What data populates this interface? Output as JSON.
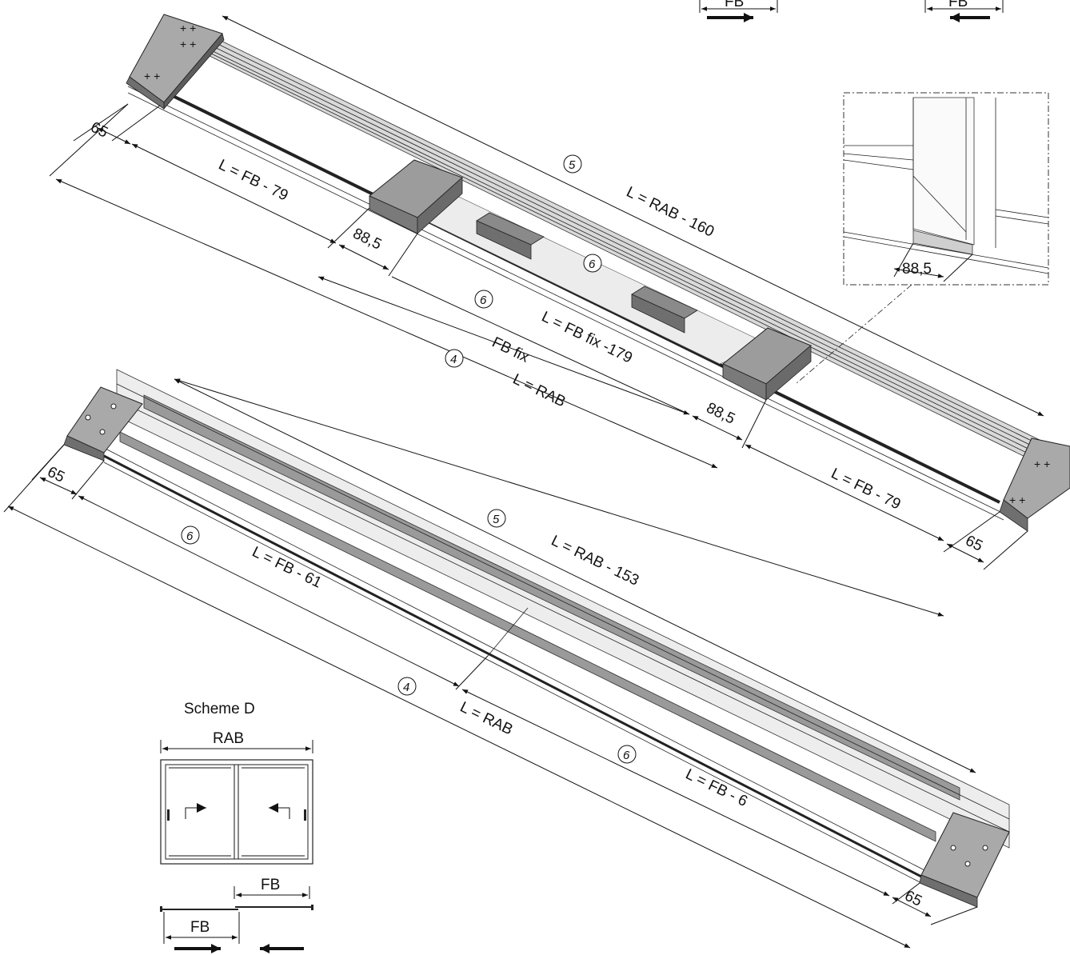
{
  "top_assembly": {
    "dim_65_left": "65",
    "dim_fb_79_left": "L = FB - 79",
    "dim_88_5_left": "88,5",
    "dim_rab_160": "L = RAB - 160",
    "dim_fbfix_179": "L = FB fix -179",
    "dim_fbfix": "FB fix",
    "dim_rab": "L = RAB",
    "dim_88_5_right": "88,5",
    "dim_fb_79_right": "L = FB - 79",
    "dim_65_right": "65",
    "callout_5": "5",
    "callout_6_top": "6",
    "callout_6": "6",
    "callout_4": "4"
  },
  "bottom_assembly": {
    "dim_65_left": "65",
    "dim_fb_61": "L = FB - 61",
    "dim_rab_153": "L = RAB - 153",
    "dim_rab": "L = RAB",
    "dim_fb_6": "L = FB - 6",
    "dim_65_right": "65",
    "callout_5": "5",
    "callout_6_left": "6",
    "callout_4": "4",
    "callout_6_right": "6"
  },
  "detail_view": {
    "dim_88_5": "88,5"
  },
  "top_right_schemes": {
    "fb_left": "FB",
    "fb_right": "FB"
  },
  "scheme_d": {
    "title": "Scheme D",
    "rab_label": "RAB",
    "fb_upper": "FB",
    "fb_lower": "FB"
  }
}
